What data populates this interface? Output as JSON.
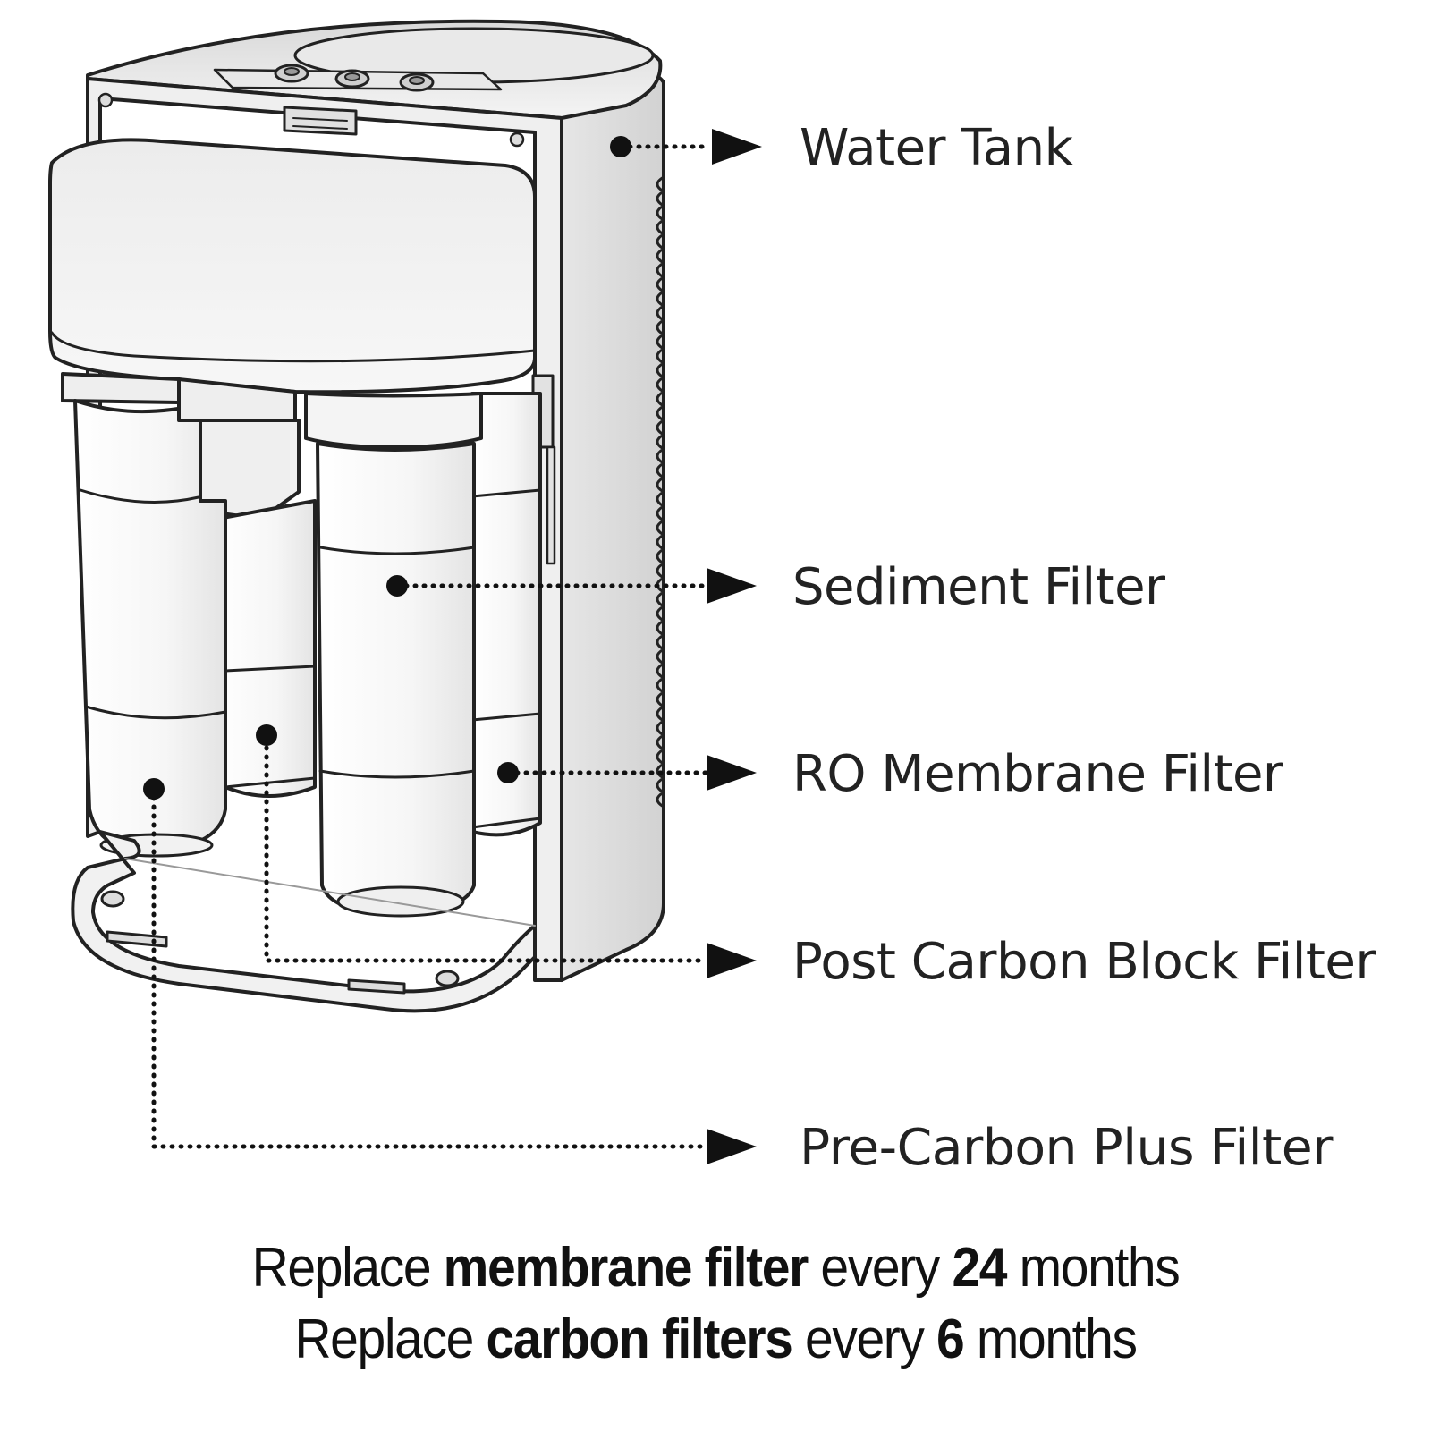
{
  "labels": {
    "water_tank": "Water Tank",
    "sediment_filter": "Sediment Filter",
    "ro_membrane_filter": "RO Membrane Filter",
    "post_carbon_block_filter": "Post Carbon Block Filter",
    "pre_carbon_plus_filter": "Pre-Carbon Plus Filter"
  },
  "captions": {
    "line1": {
      "replace": "Replace",
      "item": "membrane filter",
      "every": "every",
      "count": "24",
      "unit": "months"
    },
    "line2": {
      "replace": "Replace",
      "item": "carbon filters",
      "every": "every",
      "count": "6",
      "unit": "months"
    }
  },
  "colors": {
    "outline": "#222222",
    "body_fill": "#ececec",
    "side_fill": "#e2e2e2",
    "filter_fill": "#f7f7f7"
  }
}
